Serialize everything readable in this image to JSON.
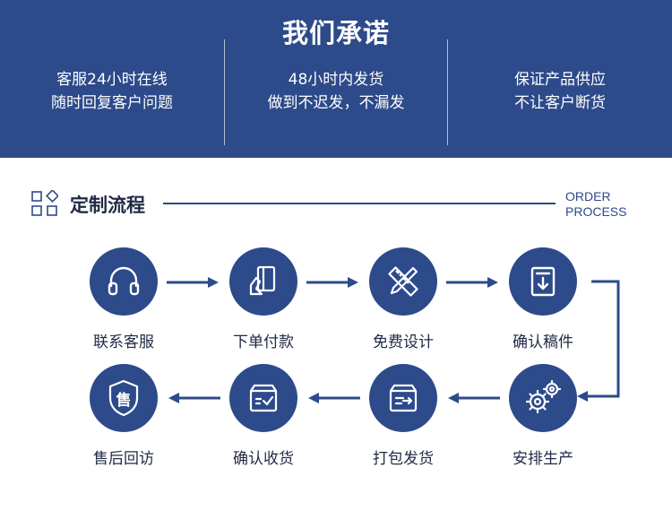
{
  "promise": {
    "title": "我们承诺",
    "columns": [
      {
        "line1": "客服24小时在线",
        "line2": "随时回复客户问题"
      },
      {
        "line1": "48小时内发货",
        "line2": "做到不迟发，不漏发"
      },
      {
        "line1": "保证产品供应",
        "line2": "不让客户断货"
      }
    ]
  },
  "process": {
    "title": "定制流程",
    "en_line1": "ORDER",
    "en_line2": "PROCESS",
    "steps": [
      {
        "label": "联系客服",
        "icon": "headphones-icon"
      },
      {
        "label": "下单付款",
        "icon": "hand-card-icon"
      },
      {
        "label": "免费设计",
        "icon": "ruler-pencil-icon"
      },
      {
        "label": "确认稿件",
        "icon": "document-download-icon"
      },
      {
        "label": "安排生产",
        "icon": "gears-icon"
      },
      {
        "label": "打包发货",
        "icon": "package-ship-icon"
      },
      {
        "label": "确认收货",
        "icon": "box-check-icon"
      },
      {
        "label": "售后回访",
        "icon": "shield-service-icon",
        "glyph": "售"
      }
    ]
  },
  "colors": {
    "brand": "#2d4a8a",
    "text": "#1f2a44",
    "background": "#ffffff"
  }
}
